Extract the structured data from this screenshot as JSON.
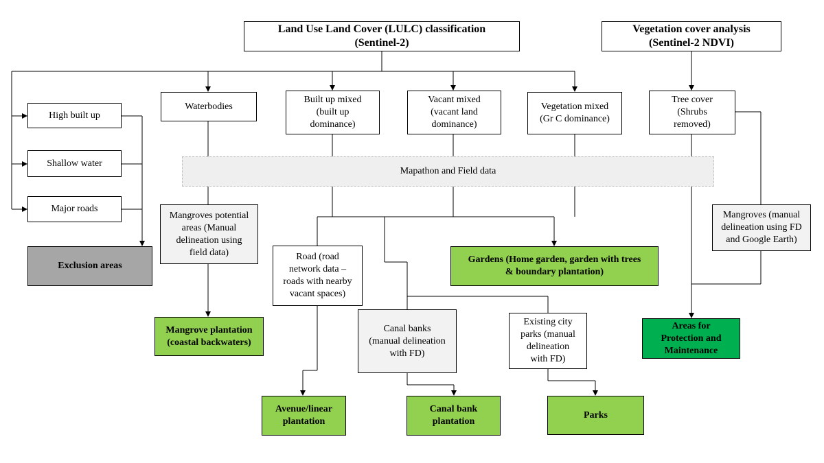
{
  "nodes": {
    "lulc": "Land Use Land Cover (LULC) classification\n(Sentinel-2)",
    "vegetation_analysis": "Vegetation cover analysis\n(Sentinel-2 NDVI)",
    "high_built_up": "High built up",
    "shallow_water": "Shallow water",
    "major_roads": "Major roads",
    "exclusion_areas": "Exclusion areas",
    "waterbodies": "Waterbodies",
    "built_up_mixed": "Built up mixed\n(built up\ndominance)",
    "vacant_mixed": "Vacant mixed\n(vacant land\ndominance)",
    "vegetation_mixed": "Vegetation mixed\n(Gr C dominance)",
    "tree_cover": "Tree cover\n(Shrubs\nremoved)",
    "mapathon": "Mapathon and Field data",
    "mangroves_potential": "Mangroves potential\nareas (Manual\ndelineation using\nfield data)",
    "mangroves_manual": "Mangroves (manual\ndelineation using FD\nand Google Earth)",
    "road": "Road (road\nnetwork data –\nroads with nearby\nvacant spaces)",
    "gardens": "Gardens (Home garden, garden with trees\n& boundary plantation)",
    "canal_banks": "Canal banks\n(manual delineation\nwith FD)",
    "city_parks": "Existing city\nparks (manual\ndelineation\nwith FD)",
    "mangrove_plantation": "Mangrove plantation\n(coastal backwaters)",
    "protection_areas": "Areas for\nProtection and\nMaintenance",
    "avenue_plantation": "Avenue/linear\nplantation",
    "canal_plantation": "Canal bank\nplantation",
    "parks": "Parks"
  },
  "colors": {
    "output_green": "#92d050",
    "protection_green": "#00b050",
    "exclusion_grey": "#a6a6a6",
    "input_grey": "#f2f2f2"
  }
}
